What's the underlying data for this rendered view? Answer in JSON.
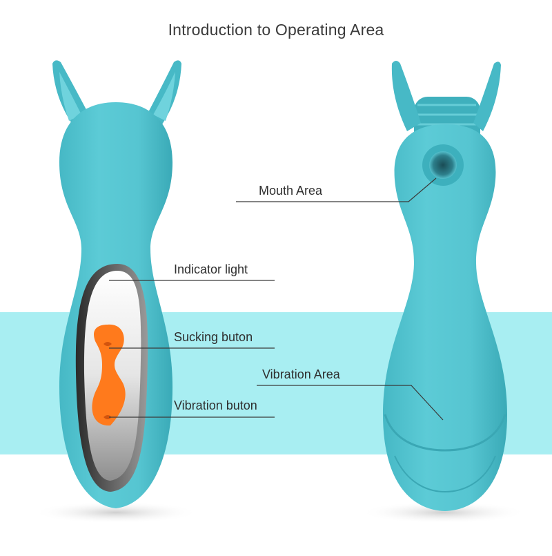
{
  "title": "Introduction to Operating Area",
  "callouts": {
    "mouth_area": "Mouth Area",
    "indicator_light": "Indicator light",
    "sucking_button": "Sucking buton",
    "vibration_area": "Vibration Area",
    "vibration_button": "Vibration buton"
  },
  "colors": {
    "body": "#4fc3cf",
    "body_dark": "#36a9b6",
    "band": "#a8eef2",
    "button": "#ff7a1c",
    "panel": "#e9e9e9",
    "leader_line": "#3a3a3a"
  },
  "icons": {
    "sucking": "lips-icon",
    "vibration": "lips-icon"
  }
}
